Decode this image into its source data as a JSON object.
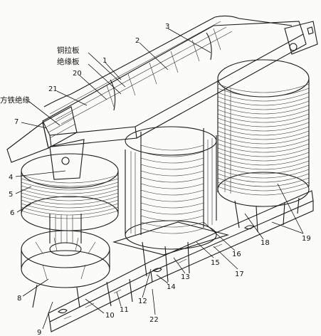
{
  "labels": {
    "n1": "1",
    "n2": "2",
    "n3": "3",
    "n4": "4",
    "n5": "5",
    "n6": "6",
    "n7": "7",
    "n8": "8",
    "n9": "9",
    "n10": "10",
    "n11": "11",
    "n12": "12",
    "n13": "13",
    "n14": "14",
    "n15": "15",
    "n16": "16",
    "n17": "17",
    "n18": "18",
    "n19": "19",
    "n20": "20",
    "n21": "21",
    "n22": "22",
    "copper_plate": "铜拉板",
    "insulating_board": "绝缘板",
    "core_insulation": "方铁绝缘"
  },
  "colors": {
    "ink": "#111111",
    "paper": "#fbfbfa"
  }
}
